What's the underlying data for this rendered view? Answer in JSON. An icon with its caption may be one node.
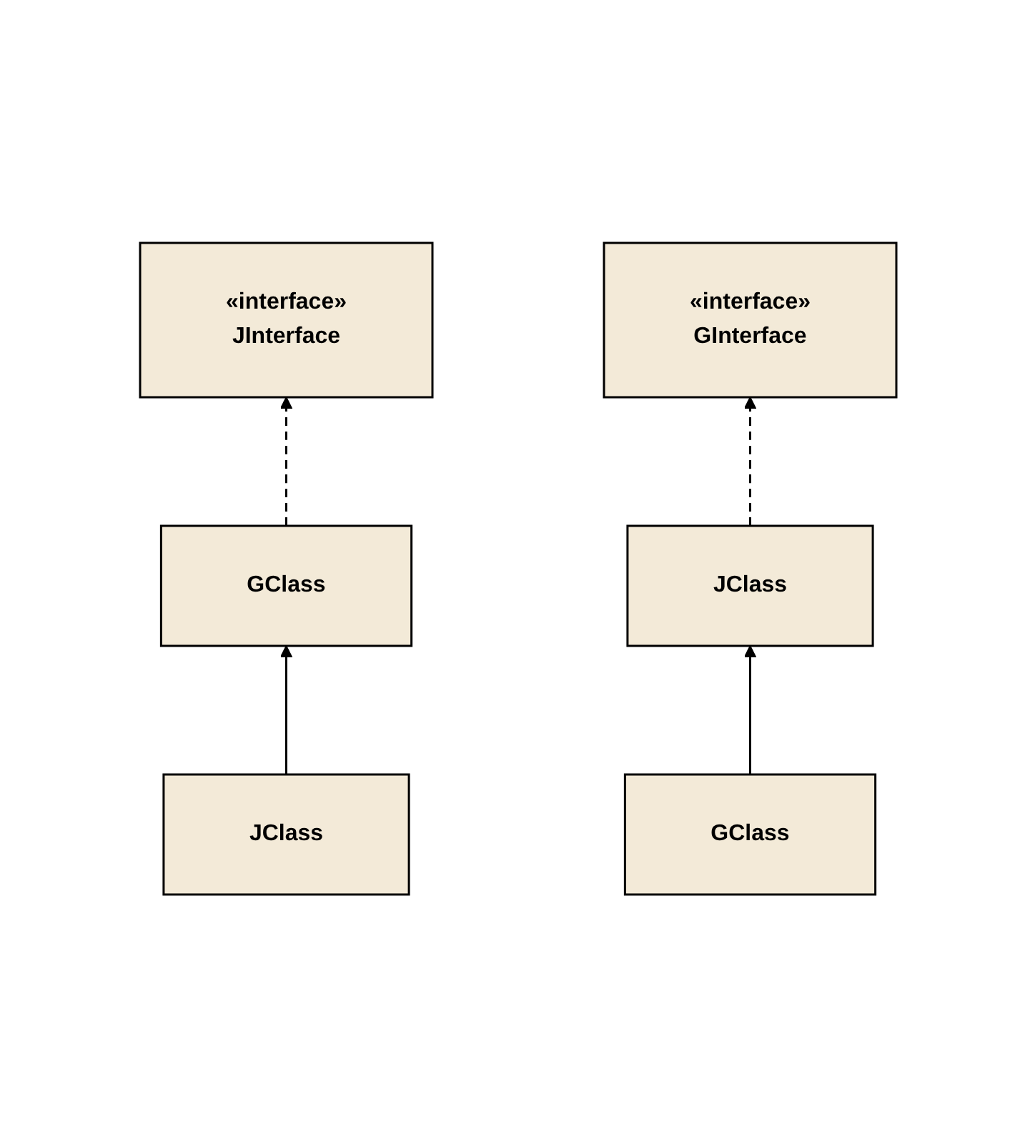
{
  "diagram": {
    "nodes": [
      {
        "text": [
          "«interface»",
          "JInterface"
        ]
      },
      {
        "text": [
          "GClass"
        ]
      },
      {
        "text": [
          "JClass"
        ]
      },
      {
        "text": [
          "«interface»",
          "GInterface"
        ]
      },
      {
        "text": [
          "JClass"
        ]
      },
      {
        "text": [
          "GClass"
        ]
      }
    ],
    "edges": [
      {
        "from": 1,
        "to": 0,
        "arrow": "to",
        "style": "dashed"
      },
      {
        "from": 2,
        "to": 1,
        "arrow": "to"
      },
      {
        "from": 4,
        "to": 3,
        "arrow": "to",
        "style": "dashed"
      },
      {
        "from": 5,
        "to": 4,
        "arrow": "to"
      }
    ]
  }
}
